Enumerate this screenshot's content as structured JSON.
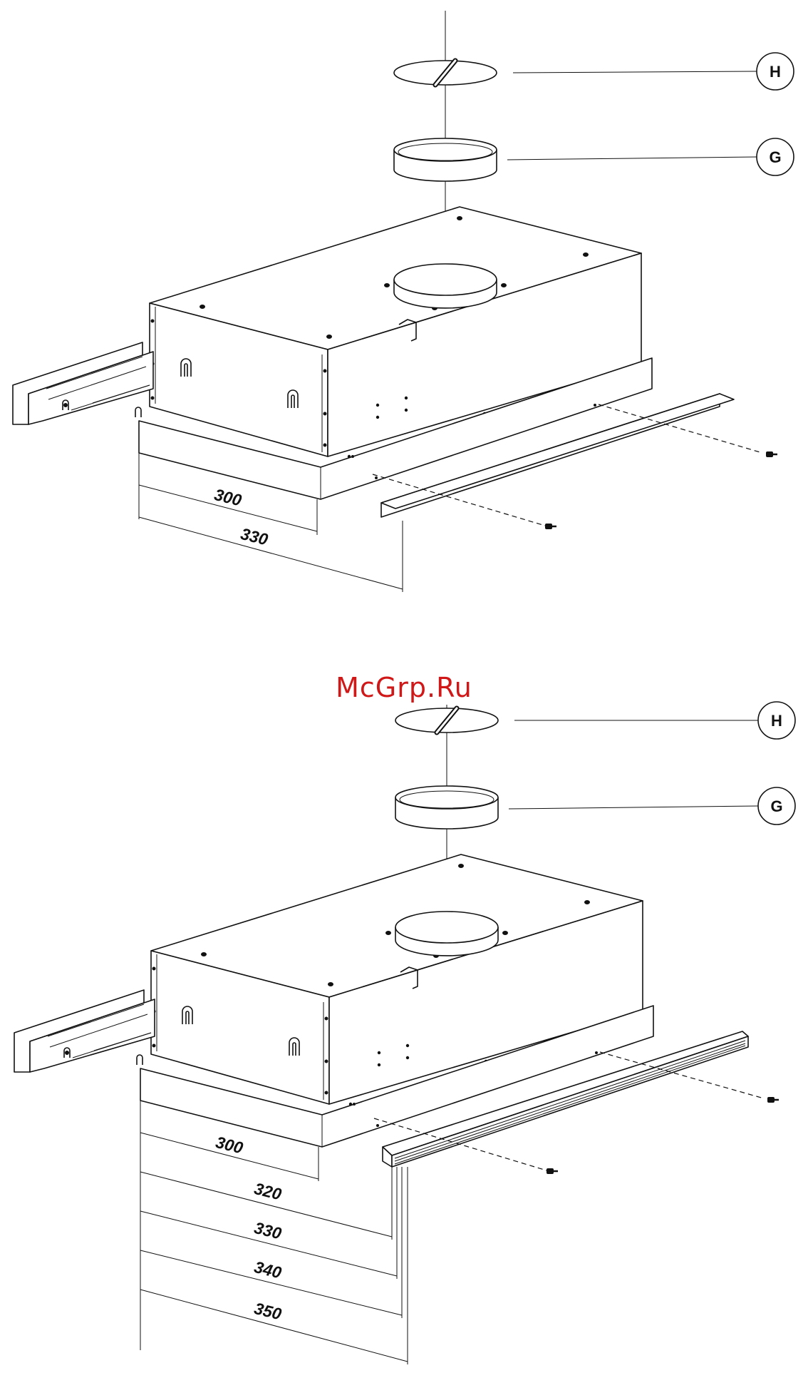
{
  "diagrams": [
    {
      "callouts": [
        {
          "label": "H",
          "part": "damper flap"
        },
        {
          "label": "G",
          "part": "collar ring"
        }
      ],
      "dimensions": [
        "300",
        "330"
      ]
    },
    {
      "callouts": [
        {
          "label": "H",
          "part": "damper flap"
        },
        {
          "label": "G",
          "part": "collar ring"
        }
      ],
      "dimensions": [
        "300",
        "320",
        "330",
        "340",
        "350"
      ]
    }
  ],
  "watermark": "McGrp.Ru"
}
